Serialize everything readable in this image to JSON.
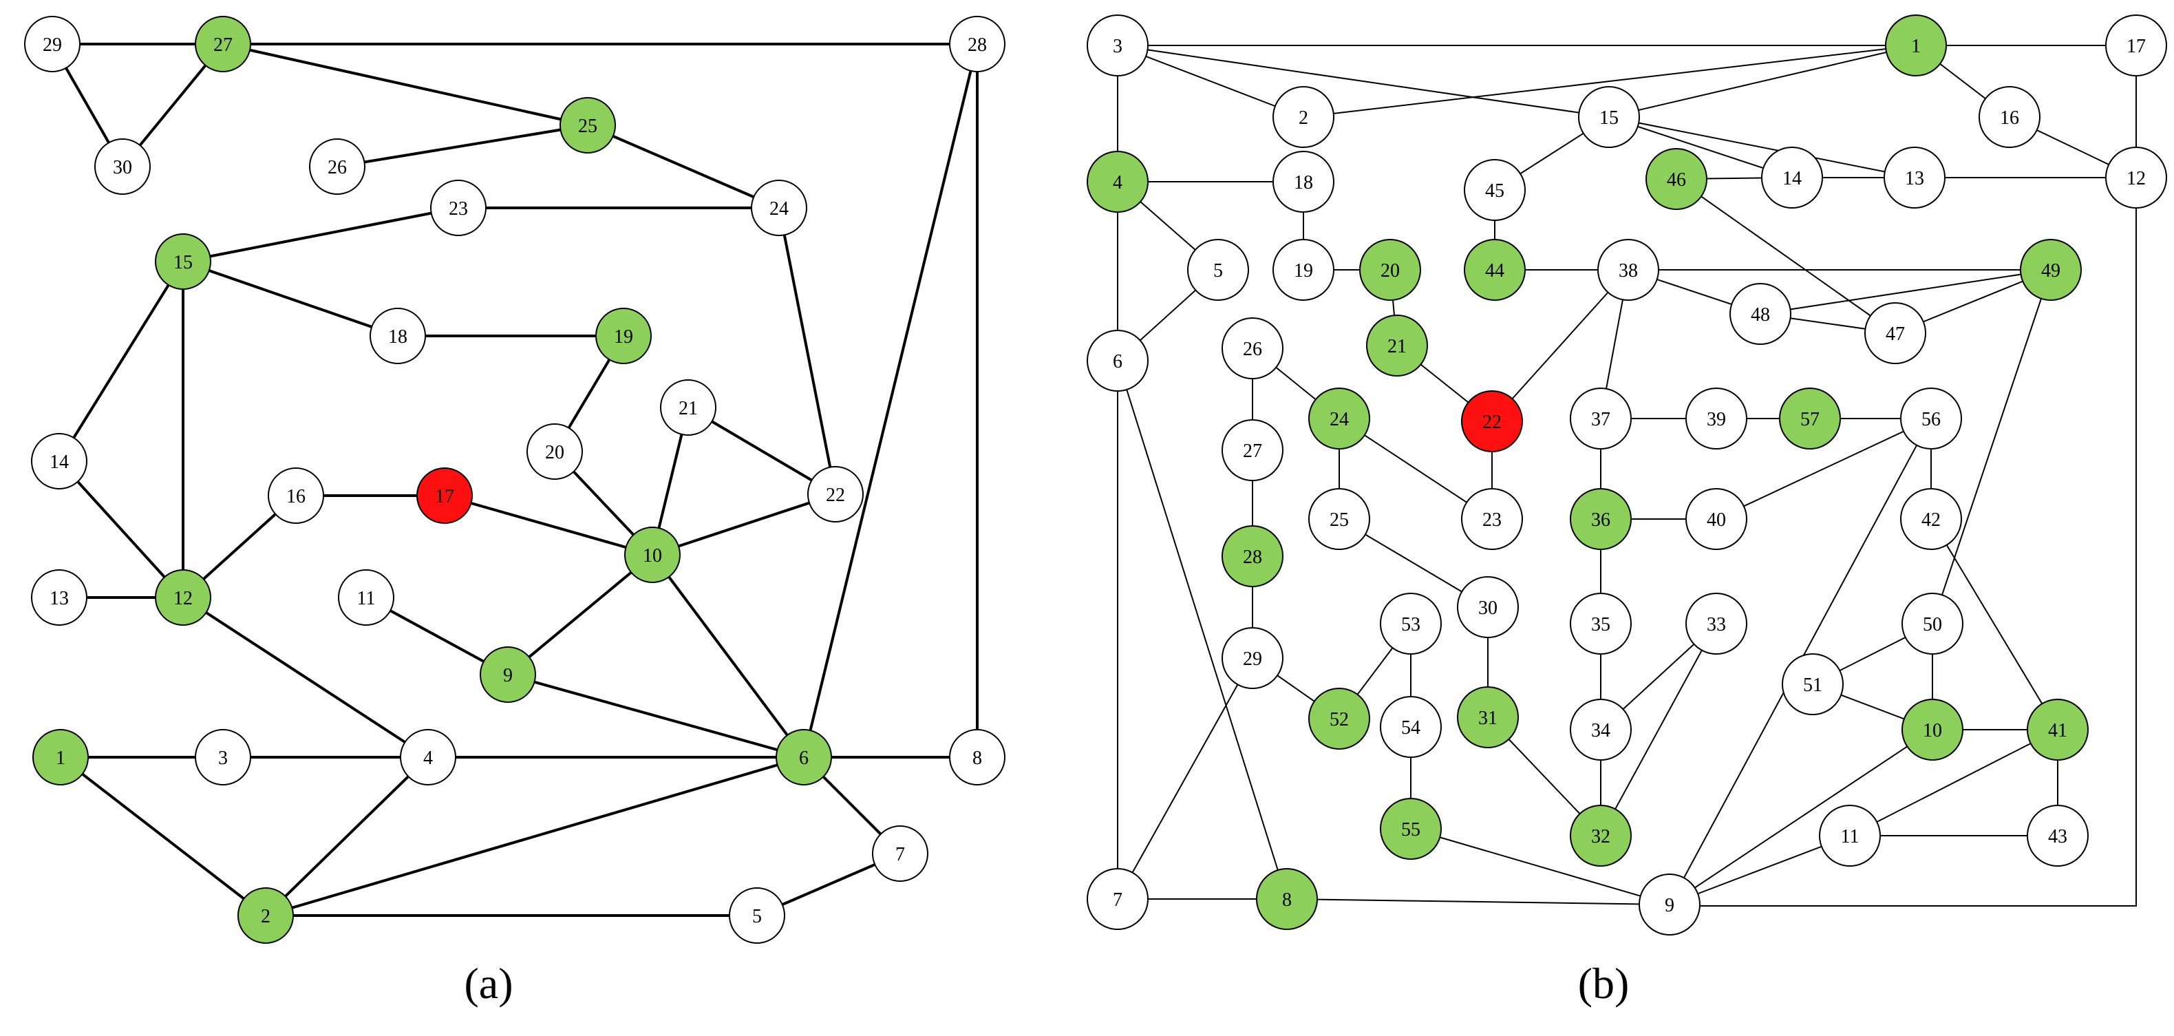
{
  "colors": {
    "white_node": "#ffffff",
    "green_node": "#8ccf5a",
    "red_node": "#ff1010",
    "edge": "#000000",
    "outline": "#000000"
  },
  "panels": [
    {
      "id": "a",
      "label": "(a)",
      "nodes": [
        {
          "id": "1",
          "c": "green"
        },
        {
          "id": "2",
          "c": "green"
        },
        {
          "id": "3",
          "c": "white"
        },
        {
          "id": "4",
          "c": "white"
        },
        {
          "id": "5",
          "c": "white"
        },
        {
          "id": "6",
          "c": "green"
        },
        {
          "id": "7",
          "c": "white"
        },
        {
          "id": "8",
          "c": "white"
        },
        {
          "id": "9",
          "c": "green"
        },
        {
          "id": "10",
          "c": "green"
        },
        {
          "id": "11",
          "c": "white"
        },
        {
          "id": "12",
          "c": "green"
        },
        {
          "id": "13",
          "c": "white"
        },
        {
          "id": "14",
          "c": "white"
        },
        {
          "id": "15",
          "c": "green"
        },
        {
          "id": "16",
          "c": "white"
        },
        {
          "id": "17",
          "c": "red"
        },
        {
          "id": "18",
          "c": "white"
        },
        {
          "id": "19",
          "c": "green"
        },
        {
          "id": "20",
          "c": "white"
        },
        {
          "id": "21",
          "c": "white"
        },
        {
          "id": "22",
          "c": "white"
        },
        {
          "id": "23",
          "c": "white"
        },
        {
          "id": "24",
          "c": "white"
        },
        {
          "id": "25",
          "c": "green"
        },
        {
          "id": "26",
          "c": "white"
        },
        {
          "id": "27",
          "c": "green"
        },
        {
          "id": "28",
          "c": "white"
        },
        {
          "id": "29",
          "c": "white"
        },
        {
          "id": "30",
          "c": "white"
        }
      ],
      "edges": [
        [
          "29",
          "27"
        ],
        [
          "27",
          "28"
        ],
        [
          "29",
          "30"
        ],
        [
          "30",
          "27"
        ],
        [
          "27",
          "25"
        ],
        [
          "26",
          "25"
        ],
        [
          "25",
          "24"
        ],
        [
          "23",
          "24"
        ],
        [
          "15",
          "23"
        ],
        [
          "24",
          "22"
        ],
        [
          "15",
          "18"
        ],
        [
          "18",
          "19"
        ],
        [
          "15",
          "14"
        ],
        [
          "15",
          "12"
        ],
        [
          "14",
          "12"
        ],
        [
          "13",
          "12"
        ],
        [
          "12",
          "16"
        ],
        [
          "16",
          "17"
        ],
        [
          "17",
          "10"
        ],
        [
          "19",
          "20"
        ],
        [
          "20",
          "10"
        ],
        [
          "21",
          "10"
        ],
        [
          "21",
          "22"
        ],
        [
          "10",
          "22"
        ],
        [
          "11",
          "9"
        ],
        [
          "9",
          "10"
        ],
        [
          "10",
          "6"
        ],
        [
          "9",
          "6"
        ],
        [
          "12",
          "4"
        ],
        [
          "1",
          "3"
        ],
        [
          "3",
          "4"
        ],
        [
          "4",
          "6"
        ],
        [
          "6",
          "8"
        ],
        [
          "8",
          "28"
        ],
        [
          "28",
          "6"
        ],
        [
          "1",
          "2"
        ],
        [
          "2",
          "4"
        ],
        [
          "2",
          "6"
        ],
        [
          "2",
          "5"
        ],
        [
          "5",
          "7"
        ],
        [
          "7",
          "6"
        ]
      ]
    },
    {
      "id": "b",
      "label": "(b)",
      "nodes": [
        {
          "id": "1",
          "c": "green"
        },
        {
          "id": "2",
          "c": "white"
        },
        {
          "id": "3",
          "c": "white"
        },
        {
          "id": "4",
          "c": "green"
        },
        {
          "id": "5",
          "c": "white"
        },
        {
          "id": "6",
          "c": "white"
        },
        {
          "id": "7",
          "c": "white"
        },
        {
          "id": "8",
          "c": "green"
        },
        {
          "id": "9",
          "c": "white"
        },
        {
          "id": "10",
          "c": "green"
        },
        {
          "id": "11",
          "c": "white"
        },
        {
          "id": "12",
          "c": "white"
        },
        {
          "id": "13",
          "c": "white"
        },
        {
          "id": "14",
          "c": "white"
        },
        {
          "id": "15",
          "c": "white"
        },
        {
          "id": "16",
          "c": "white"
        },
        {
          "id": "17",
          "c": "white"
        },
        {
          "id": "18",
          "c": "white"
        },
        {
          "id": "19",
          "c": "white"
        },
        {
          "id": "20",
          "c": "green"
        },
        {
          "id": "21",
          "c": "green"
        },
        {
          "id": "22",
          "c": "red"
        },
        {
          "id": "23",
          "c": "white"
        },
        {
          "id": "24",
          "c": "green"
        },
        {
          "id": "25",
          "c": "white"
        },
        {
          "id": "26",
          "c": "white"
        },
        {
          "id": "27",
          "c": "white"
        },
        {
          "id": "28",
          "c": "green"
        },
        {
          "id": "29",
          "c": "white"
        },
        {
          "id": "30",
          "c": "white"
        },
        {
          "id": "31",
          "c": "green"
        },
        {
          "id": "32",
          "c": "green"
        },
        {
          "id": "33",
          "c": "white"
        },
        {
          "id": "34",
          "c": "white"
        },
        {
          "id": "35",
          "c": "white"
        },
        {
          "id": "36",
          "c": "green"
        },
        {
          "id": "37",
          "c": "white"
        },
        {
          "id": "38",
          "c": "white"
        },
        {
          "id": "39",
          "c": "white"
        },
        {
          "id": "40",
          "c": "white"
        },
        {
          "id": "41",
          "c": "green"
        },
        {
          "id": "42",
          "c": "white"
        },
        {
          "id": "43",
          "c": "white"
        },
        {
          "id": "44",
          "c": "green"
        },
        {
          "id": "45",
          "c": "white"
        },
        {
          "id": "46",
          "c": "green"
        },
        {
          "id": "47",
          "c": "white"
        },
        {
          "id": "48",
          "c": "white"
        },
        {
          "id": "49",
          "c": "green"
        },
        {
          "id": "50",
          "c": "white"
        },
        {
          "id": "51",
          "c": "white"
        },
        {
          "id": "52",
          "c": "green"
        },
        {
          "id": "53",
          "c": "white"
        },
        {
          "id": "54",
          "c": "white"
        },
        {
          "id": "55",
          "c": "green"
        },
        {
          "id": "56",
          "c": "white"
        },
        {
          "id": "57",
          "c": "green"
        }
      ],
      "edges": [
        [
          "3",
          "1"
        ],
        [
          "1",
          "17"
        ],
        [
          "3",
          "2"
        ],
        [
          "3",
          "15"
        ],
        [
          "2",
          "1"
        ],
        [
          "15",
          "1"
        ],
        [
          "1",
          "16"
        ],
        [
          "16",
          "12"
        ],
        [
          "17",
          "12"
        ],
        [
          "15",
          "14"
        ],
        [
          "15",
          "13"
        ],
        [
          "15",
          "45"
        ],
        [
          "46",
          "14"
        ],
        [
          "14",
          "13"
        ],
        [
          "13",
          "12"
        ],
        [
          "46",
          "47"
        ],
        [
          "3",
          "4"
        ],
        [
          "4",
          "18"
        ],
        [
          "4",
          "5"
        ],
        [
          "4",
          "6"
        ],
        [
          "5",
          "6"
        ],
        [
          "18",
          "19"
        ],
        [
          "19",
          "20"
        ],
        [
          "20",
          "21"
        ],
        [
          "45",
          "44"
        ],
        [
          "44",
          "38"
        ],
        [
          "38",
          "49"
        ],
        [
          "38",
          "48"
        ],
        [
          "48",
          "49"
        ],
        [
          "48",
          "47"
        ],
        [
          "49",
          "47"
        ],
        [
          "38",
          "22"
        ],
        [
          "38",
          "37"
        ],
        [
          "21",
          "22"
        ],
        [
          "22",
          "23"
        ],
        [
          "26",
          "24"
        ],
        [
          "26",
          "27"
        ],
        [
          "27",
          "28"
        ],
        [
          "24",
          "25"
        ],
        [
          "24",
          "23"
        ],
        [
          "25",
          "30"
        ],
        [
          "28",
          "29"
        ],
        [
          "29",
          "52"
        ],
        [
          "53",
          "52"
        ],
        [
          "53",
          "54"
        ],
        [
          "54",
          "55"
        ],
        [
          "30",
          "31"
        ],
        [
          "31",
          "32"
        ],
        [
          "37",
          "39"
        ],
        [
          "39",
          "57"
        ],
        [
          "57",
          "56"
        ],
        [
          "37",
          "36"
        ],
        [
          "36",
          "40"
        ],
        [
          "40",
          "56"
        ],
        [
          "36",
          "35"
        ],
        [
          "35",
          "34"
        ],
        [
          "33",
          "34"
        ],
        [
          "33",
          "32"
        ],
        [
          "34",
          "32"
        ],
        [
          "56",
          "42"
        ],
        [
          "42",
          "41"
        ],
        [
          "56",
          "9"
        ],
        [
          "49",
          "50"
        ],
        [
          "50",
          "10"
        ],
        [
          "51",
          "50"
        ],
        [
          "51",
          "10"
        ],
        [
          "10",
          "41"
        ],
        [
          "41",
          "43"
        ],
        [
          "10",
          "9"
        ],
        [
          "41",
          "11"
        ],
        [
          "11",
          "43"
        ],
        [
          "11",
          "9"
        ],
        [
          "6",
          "7"
        ],
        [
          "6",
          "8"
        ],
        [
          "29",
          "7"
        ],
        [
          "7",
          "8"
        ],
        [
          "8",
          "9"
        ],
        [
          "55",
          "9"
        ],
        [
          "12",
          "9"
        ]
      ]
    }
  ]
}
